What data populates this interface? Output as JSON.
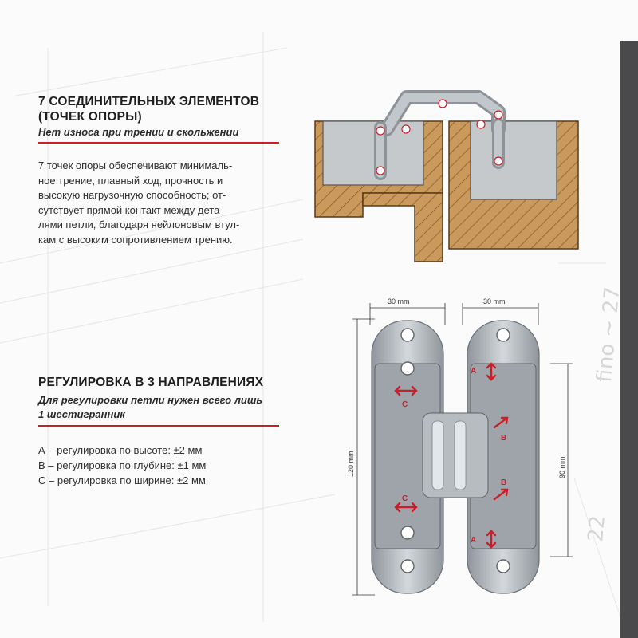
{
  "section1": {
    "title_line1": "7 СОЕДИНИТЕЛЬНЫХ ЭЛЕМЕНТОВ",
    "title_line2": "(ТОЧЕК ОПОРЫ)",
    "subtitle": "Нет износа при трении и скольжении",
    "body": [
      "7 точек опоры обеспечивают минималь-",
      "ное трение, плавный ход, прочность и",
      "высокую нагрузочную способность; от-",
      "сутствует прямой  контакт между дета-",
      "лями петли, благодаря нейлоновым втул-",
      "кам с высоким сопротивлением трению."
    ]
  },
  "section2": {
    "title": "РЕГУЛИРОВКА В 3 НАПРАВЛЕНИЯХ",
    "subtitle_line1": "Для регулировки петли нужен всего лишь",
    "subtitle_line2": "1 шестигранник",
    "specs": [
      "А – регулировка по высоте:  ±2 мм",
      "В – регулировка по глубине: ±1 мм",
      "С – регулировка по ширине: ±2 мм"
    ]
  },
  "dimensions": {
    "width_left": "30 mm",
    "width_right": "30 mm",
    "height_total": "120 mm",
    "height_inner": "90 mm"
  },
  "badges": {
    "a": "A",
    "b": "B",
    "c": "C"
  },
  "watermark": {
    "right_1": "fino ~ 27",
    "right_2": "22"
  },
  "colors": {
    "accent": "#c8202a",
    "sidebar": "#4a4a4c",
    "wood": "#c99a5c",
    "metal": "#a8aeb4"
  }
}
